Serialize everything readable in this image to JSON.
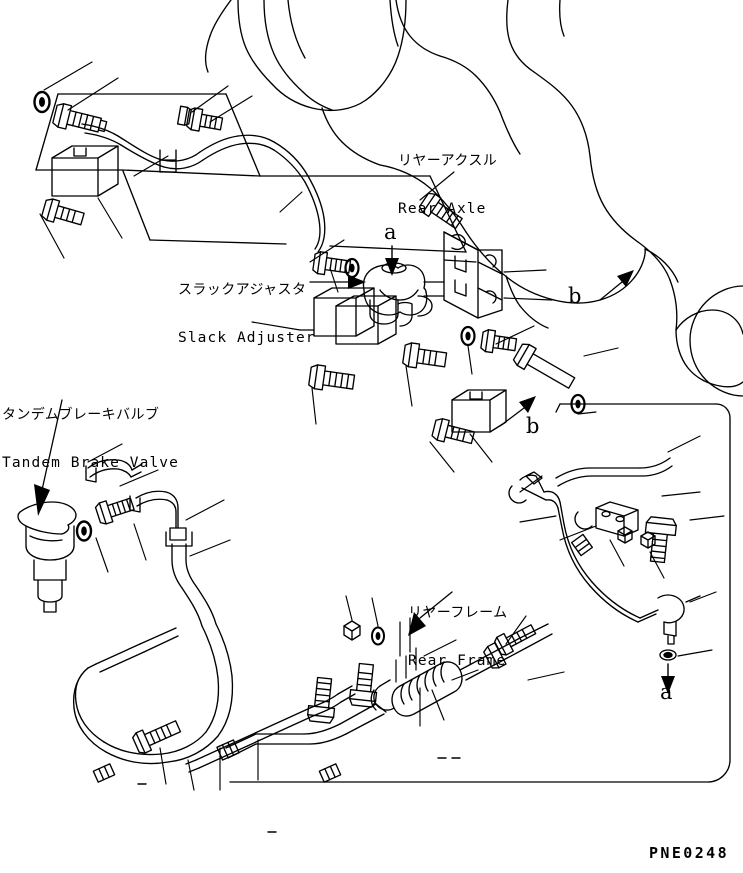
{
  "document": {
    "type": "parts-diagram",
    "part_number": "PNE0248",
    "line_color": "#000000",
    "background_color": "#ffffff"
  },
  "labels": [
    {
      "id": "rear-axle",
      "jp": "リヤーアクスル",
      "en": "Rear Axle"
    },
    {
      "id": "slack-adjuster",
      "jp": "スラックアジャスタ",
      "en": "Slack Adjuster"
    },
    {
      "id": "tandem-brake-valve",
      "jp": "タンデムブレーキバルブ",
      "en": "Tandem Brake Valve"
    },
    {
      "id": "rear-frame",
      "jp": "リヤーフレーム",
      "en": "Rear Frame"
    }
  ],
  "callouts": [
    {
      "id": "a-top",
      "text": "a"
    },
    {
      "id": "b-right",
      "text": "b"
    },
    {
      "id": "b-middle",
      "text": "b"
    },
    {
      "id": "a-bottom",
      "text": "a"
    }
  ]
}
